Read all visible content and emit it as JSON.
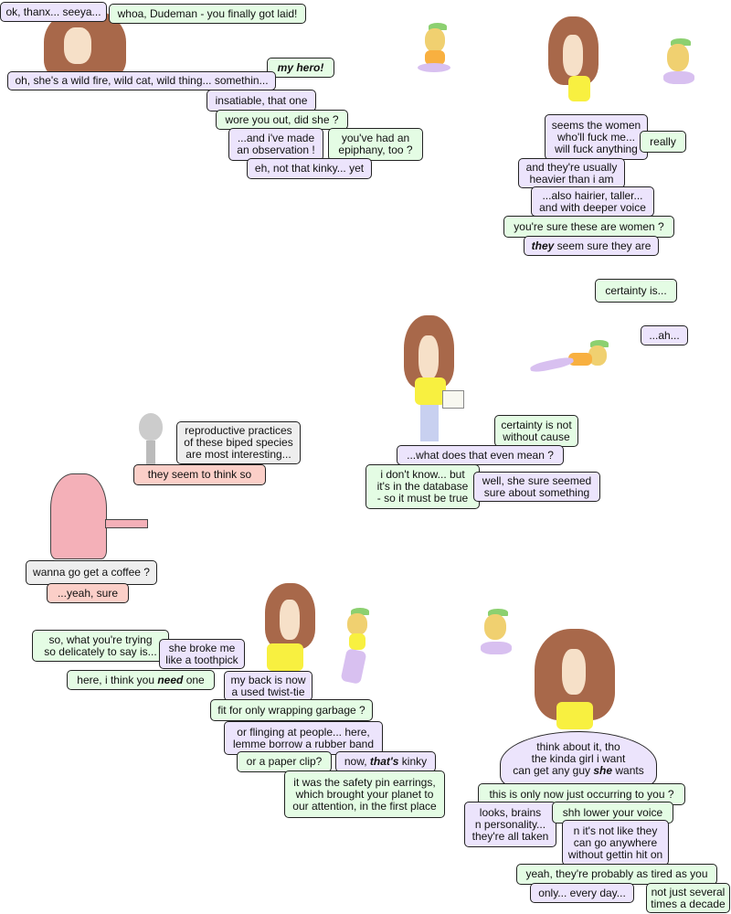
{
  "colors": {
    "purple": "#ece4fc",
    "green": "#e4fce4",
    "pink": "#fbcfc8",
    "gray": "#eeeeee"
  },
  "bubbles": [
    {
      "text": "ok, thanx... seeya...",
      "color": "purple"
    },
    {
      "text": "whoa, Dudeman - you finally got laid!",
      "color": "green"
    },
    {
      "pre": "",
      "em": "my hero!",
      "post": "",
      "color": "green"
    },
    {
      "text": "oh, she's a wild fire, wild cat, wild thing... somethin...",
      "color": "purple"
    },
    {
      "text": "insatiable, that one",
      "color": "purple"
    },
    {
      "text": "wore you out, did she ?",
      "color": "green"
    },
    {
      "text": "...and i've made\nan observation !",
      "color": "purple"
    },
    {
      "text": "you've had an\nepiphany, too ?",
      "color": "green"
    },
    {
      "text": "eh, not that kinky... yet",
      "color": "purple"
    },
    {
      "text": "seems the women\nwho'll fuck me...\nwill fuck anything",
      "color": "purple"
    },
    {
      "text": "really",
      "color": "green"
    },
    {
      "text": "and they're usually\nheavier than i am",
      "color": "purple"
    },
    {
      "text": "...also hairier, taller...\nand with deeper voice",
      "color": "purple"
    },
    {
      "text": "you're sure these are women ?",
      "color": "green"
    },
    {
      "pre": "",
      "em": "they",
      "post": " seem sure they are",
      "color": "purple"
    },
    {
      "text": "certainty is...",
      "color": "green"
    },
    {
      "text": "...ah...",
      "color": "purple"
    },
    {
      "text": "certainty is not\nwithout cause",
      "color": "green"
    },
    {
      "text": "...what does that even mean ?",
      "color": "purple"
    },
    {
      "text": "i don't know... but\nit's in the database\n- so it must be true",
      "color": "green"
    },
    {
      "text": "well, she sure seemed\nsure about something",
      "color": "purple"
    },
    {
      "text": "reproductive practices\nof these biped species\nare most interesting...",
      "color": "gray"
    },
    {
      "text": "they seem to think so",
      "color": "pink"
    },
    {
      "text": "wanna go get a coffee ?",
      "color": "gray"
    },
    {
      "text": "...yeah, sure",
      "color": "pink"
    },
    {
      "text": "so, what you're trying\nso delicately to say is...",
      "color": "green"
    },
    {
      "text": "she broke me\nlike a toothpick",
      "color": "purple"
    },
    {
      "pre": "here, i think you ",
      "em": "need",
      "post": " one",
      "color": "green"
    },
    {
      "text": "my back is now\na used twist-tie",
      "color": "purple"
    },
    {
      "text": "fit for only wrapping garbage ?",
      "color": "green"
    },
    {
      "text": "or flinging at people... here,\nlemme borrow a rubber band",
      "color": "purple"
    },
    {
      "text": "or a paper clip?",
      "color": "green"
    },
    {
      "pre": "now, ",
      "em": "that's",
      "post": " kinky",
      "color": "purple"
    },
    {
      "text": "it was the safety pin earrings,\nwhich brought your planet to\nour attention, in the first place",
      "color": "green"
    },
    {
      "pre": "think about it, tho\nthe kinda girl i want\ncan get any guy ",
      "em": "she",
      "post": " wants",
      "color": "purple"
    },
    {
      "text": "this is only now just occurring to you ?",
      "color": "green"
    },
    {
      "text": "looks, brains\nn personality...\nthey're all taken",
      "color": "purple"
    },
    {
      "text": "shh  lower your voice",
      "color": "green"
    },
    {
      "text": "n it's not like they\ncan go anywhere\nwithout gettin hit on",
      "color": "purple"
    },
    {
      "text": "yeah, they're probably as tired as you",
      "color": "green"
    },
    {
      "text": "only... every day...",
      "color": "purple"
    },
    {
      "text": "not just several\ntimes a decade",
      "color": "green"
    }
  ]
}
